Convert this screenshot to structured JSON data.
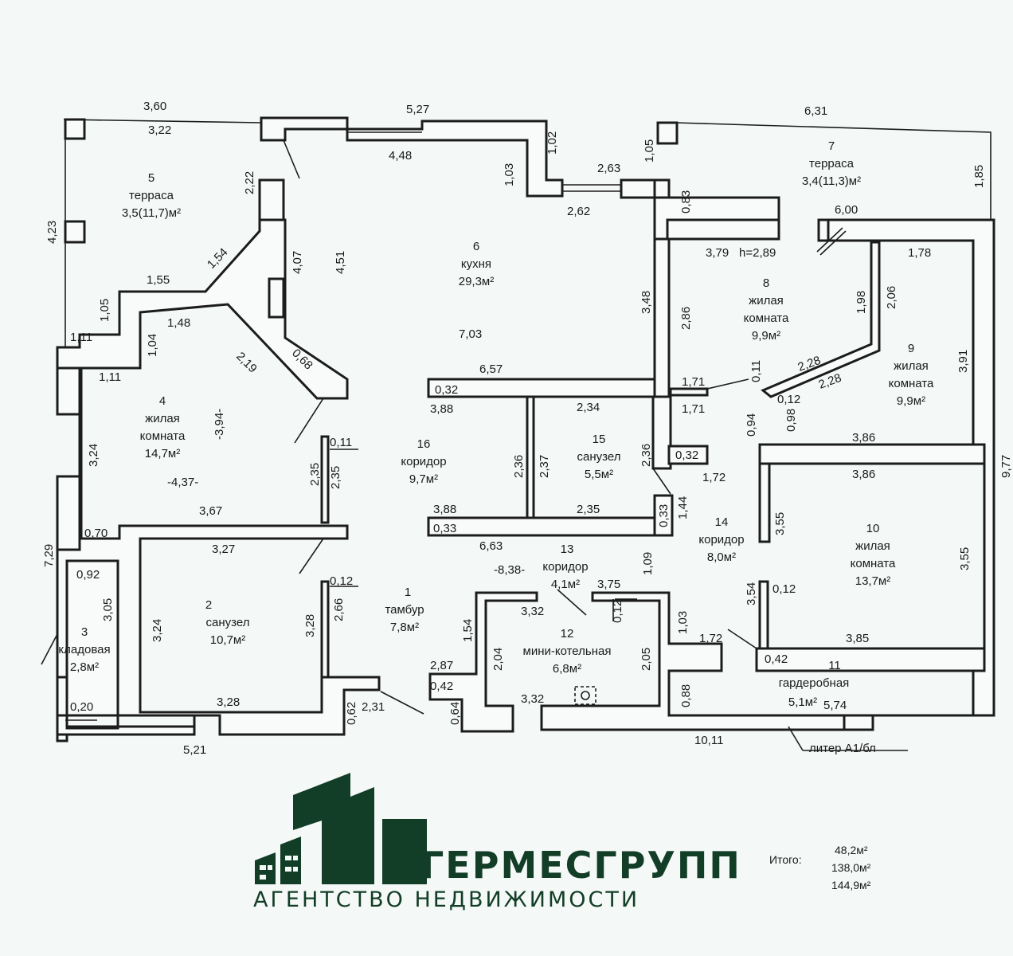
{
  "rooms": [
    {
      "id": "1",
      "name": "тамбур",
      "area": "7,8м²"
    },
    {
      "id": "2",
      "name": "санузел",
      "area": "10,7м²"
    },
    {
      "id": "3",
      "name": "кладовая",
      "area": "2,8м²"
    },
    {
      "id": "4",
      "name1": "жилая",
      "name2": "комната",
      "area": "14,7м²"
    },
    {
      "id": "5",
      "name": "терраса",
      "area": "3,5(11,7)м²"
    },
    {
      "id": "6",
      "name": "кухня",
      "area": "29,3м²"
    },
    {
      "id": "7",
      "name": "терраса",
      "area": "3,4(11,3)м²"
    },
    {
      "id": "8",
      "name1": "жилая",
      "name2": "комната",
      "area": "9,9м²"
    },
    {
      "id": "9",
      "name1": "жилая",
      "name2": "комната",
      "area": "9,9м²"
    },
    {
      "id": "10",
      "name1": "жилая",
      "name2": "комната",
      "area": "13,7м²"
    },
    {
      "id": "11",
      "name": "гардеробная",
      "area": "5,1м²"
    },
    {
      "id": "12",
      "name": "мини-котельная",
      "area": "6,8м²"
    },
    {
      "id": "13",
      "name": "коридор",
      "area": "4,1м²"
    },
    {
      "id": "14",
      "name": "коридор",
      "area": "8,0м²"
    },
    {
      "id": "15",
      "name": "санузел",
      "area": "5,5м²"
    },
    {
      "id": "16",
      "name": "коридор",
      "area": "9,7м²"
    }
  ],
  "dimensions": [
    "3,60",
    "3,22",
    "5,27",
    "4,48",
    "1,02",
    "1,03",
    "2,63",
    "2,62",
    "1,05",
    "6,31",
    "1,85",
    "0,83",
    "6,00",
    "2,22",
    "4,23",
    "4,07",
    "4,51",
    "1,54",
    "1,55",
    "1,05",
    "1,11",
    "1,48",
    "1,04",
    "1,11",
    "2,19",
    "0,68",
    "3,79",
    "h=2,89",
    "1,78",
    "1,98",
    "2,06",
    "2,86",
    "3,48",
    "7,03",
    "6,57",
    "0,32",
    "3,88",
    "2,34",
    "2,36",
    "2,37",
    "2,36",
    "0,32",
    "1,71",
    "1,71",
    "0,11",
    "2,28",
    "2,28",
    "0,12",
    "0,94",
    "0,98",
    "3,91",
    "3,86",
    "3,86",
    "9,77",
    "-3,94-",
    "3,24",
    "-4,37-",
    "0,11",
    "2,35",
    "2,35",
    "3,67",
    "0,70",
    "7,29",
    "1,72",
    "3,88",
    "2,35",
    "0,33",
    "0,33",
    "1,44",
    "3,55",
    "3,55",
    "6,63",
    "-8,38-",
    "1,09",
    "3,27",
    "0,12",
    "0,92",
    "3,05",
    "3,24",
    "3,28",
    "2,66",
    "3,75",
    "3,32",
    "0,12",
    "1,54",
    "2,04",
    "2,05",
    "1,03",
    "3,54",
    "0,12",
    "1,72",
    "3,85",
    "0,42",
    "2,87",
    "0,42",
    "0,20",
    "3,28",
    "0,62",
    "2,31",
    "0,64",
    "3,32",
    "0,88",
    "5,74",
    "5,21",
    "10,11"
  ],
  "annotation": "литер А1/бл",
  "logo": {
    "brand": "ГЕРМЕСГРУПП",
    "tagline": "АГЕНТСТВО НЕДВИЖИМОСТИ"
  },
  "totals": {
    "label": "Итого:",
    "values": [
      "48,2м²",
      "138,0м²",
      "144,9м²"
    ]
  },
  "colors": {
    "brand": "#123d26",
    "line": "#1c1c1c",
    "background": "#f4f9f7"
  }
}
